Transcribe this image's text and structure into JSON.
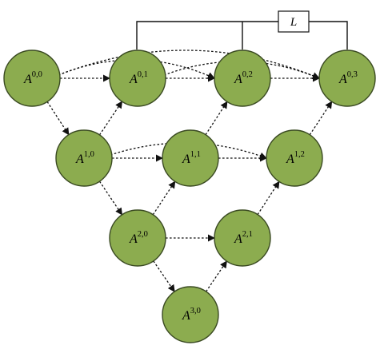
{
  "nodes": [
    {
      "id": "0-0",
      "base": "A",
      "sup": "0,0"
    },
    {
      "id": "0-1",
      "base": "A",
      "sup": "0,1"
    },
    {
      "id": "0-2",
      "base": "A",
      "sup": "0,2"
    },
    {
      "id": "0-3",
      "base": "A",
      "sup": "0,3"
    },
    {
      "id": "1-0",
      "base": "A",
      "sup": "1,0"
    },
    {
      "id": "1-1",
      "base": "A",
      "sup": "1,1"
    },
    {
      "id": "1-2",
      "base": "A",
      "sup": "1,2"
    },
    {
      "id": "2-0",
      "base": "A",
      "sup": "2,0"
    },
    {
      "id": "2-1",
      "base": "A",
      "sup": "2,1"
    },
    {
      "id": "3-0",
      "base": "A",
      "sup": "3,0"
    }
  ],
  "loss_label": "L",
  "connections": {
    "skip": [
      [
        "0-0",
        "0-1"
      ],
      [
        "0-0",
        "0-2"
      ],
      [
        "0-0",
        "0-3"
      ],
      [
        "0-1",
        "0-2"
      ],
      [
        "0-1",
        "0-3"
      ],
      [
        "0-2",
        "0-3"
      ],
      [
        "1-0",
        "1-1"
      ],
      [
        "1-0",
        "1-2"
      ],
      [
        "1-1",
        "1-2"
      ],
      [
        "2-0",
        "2-1"
      ]
    ],
    "down": [
      [
        "0-0",
        "1-0"
      ],
      [
        "1-0",
        "2-0"
      ],
      [
        "2-0",
        "3-0"
      ]
    ],
    "up": [
      [
        "1-0",
        "0-1"
      ],
      [
        "1-1",
        "0-2"
      ],
      [
        "1-2",
        "0-3"
      ],
      [
        "2-0",
        "1-1"
      ],
      [
        "2-1",
        "1-2"
      ],
      [
        "3-0",
        "2-1"
      ]
    ]
  },
  "loss_inputs": [
    "0-1",
    "0-2",
    "0-3"
  ],
  "colors": {
    "node_fill": "#8cac4f",
    "node_stroke": "#3a4a22",
    "line": "#111111"
  }
}
